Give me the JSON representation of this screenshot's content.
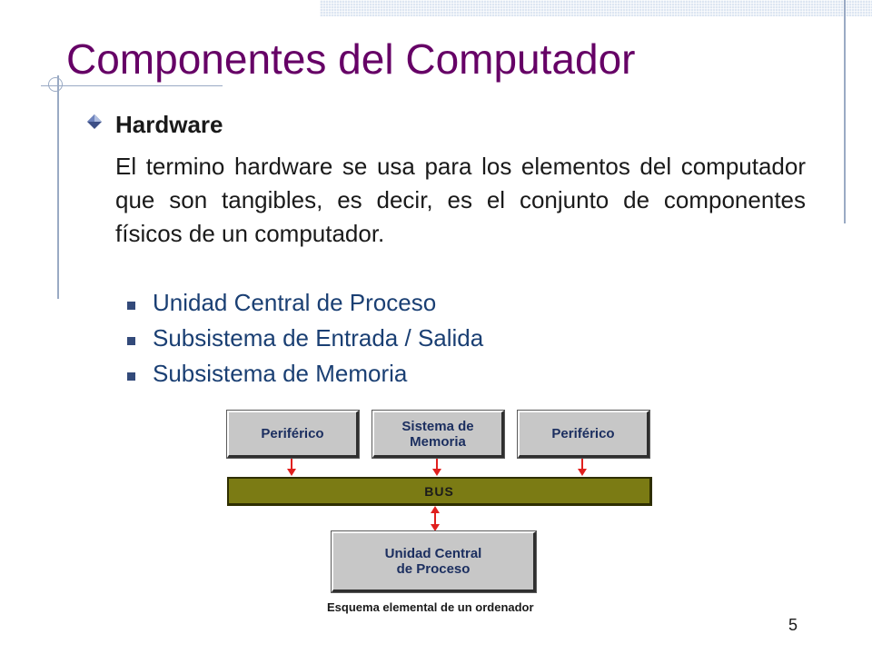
{
  "slide": {
    "title": "Componentes del Computador",
    "heading": "Hardware",
    "body": "El termino hardware se usa para los elementos del computador que son tangibles, es decir, es el conjunto de componentes físicos de un computador.",
    "bullets": [
      "Unidad Central de Proceso",
      "Subsistema de Entrada / Salida",
      "Subsistema de Memoria"
    ],
    "page_number": "5"
  },
  "diagram": {
    "peripheral_left": "Periférico",
    "memory": "Sistema de\nMemoria",
    "peripheral_right": "Periférico",
    "bus": "BUS",
    "cpu": "Unidad  Central\nde Proceso",
    "caption": "Esquema elemental de un ordenador"
  },
  "colors": {
    "title": "#660066",
    "bullet_text": "#1a3f73",
    "bus": "#7b7b14",
    "box": "#c7c7c7",
    "arrow": "#e0201e"
  }
}
